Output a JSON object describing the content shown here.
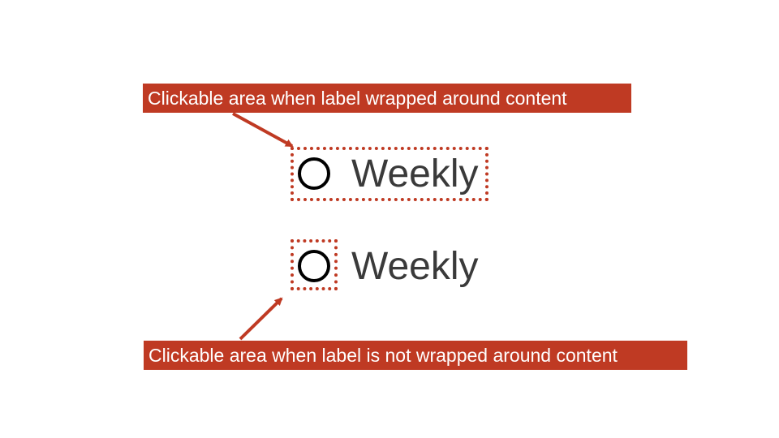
{
  "callouts": {
    "wrapped": "Clickable area when label wrapped around content",
    "unwrapped": "Clickable area when label is not wrapped around content"
  },
  "options": {
    "wrapped_label": "Weekly",
    "unwrapped_label": "Weekly"
  },
  "colors": {
    "accent": "#bf3a23",
    "text": "#3a3a3a",
    "radio_border": "#000000"
  }
}
